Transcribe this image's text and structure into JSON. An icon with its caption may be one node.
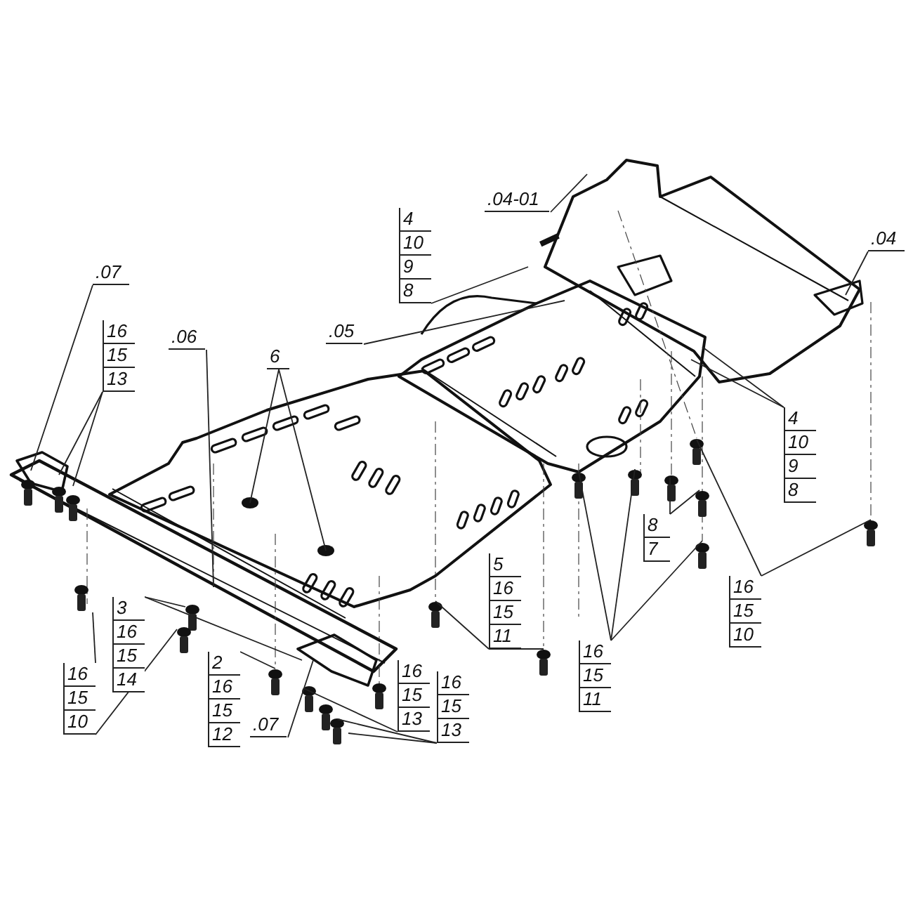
{
  "diagram": {
    "nodes": [
      {
        "text": [
          ".07"
        ]
      },
      {
        "text": [
          "16",
          "15",
          "13"
        ]
      },
      {
        "text": [
          ".06"
        ]
      },
      {
        "text": [
          "6"
        ]
      },
      {
        "text": [
          ".05"
        ]
      },
      {
        "text": [
          "4",
          "10",
          "9",
          "8"
        ]
      },
      {
        "text": [
          ".04-01"
        ]
      },
      {
        "text": [
          ".04"
        ]
      },
      {
        "text": [
          "4",
          "10",
          "9",
          "8"
        ]
      },
      {
        "text": [
          "8",
          "7"
        ]
      },
      {
        "text": [
          "16",
          "15",
          "11"
        ]
      },
      {
        "text": [
          "16",
          "15",
          "10"
        ]
      },
      {
        "text": [
          "5",
          "16",
          "15",
          "11"
        ]
      },
      {
        "text": [
          "3",
          "16",
          "15",
          "14"
        ]
      },
      {
        "text": [
          "16",
          "15",
          "10"
        ]
      },
      {
        "text": [
          "2",
          "16",
          "15",
          "12"
        ]
      },
      {
        "text": [
          ".07"
        ]
      },
      {
        "text": [
          "16",
          "15",
          "13"
        ]
      },
      {
        "text": [
          "16",
          "15",
          "13"
        ]
      }
    ],
    "edges": [
      {
        "from": 0,
        "to": null,
        "arrow": "none"
      },
      {
        "from": 1,
        "to": null,
        "arrow": "none"
      },
      {
        "from": 1,
        "to": null,
        "arrow": "none"
      },
      {
        "from": 2,
        "to": null,
        "arrow": "none"
      },
      {
        "from": 3,
        "to": null,
        "arrow": "none"
      },
      {
        "from": 3,
        "to": null,
        "arrow": "none"
      },
      {
        "from": 4,
        "to": null,
        "arrow": "none"
      },
      {
        "from": 5,
        "to": null,
        "arrow": "none"
      },
      {
        "from": 6,
        "to": null,
        "arrow": "none"
      },
      {
        "from": 7,
        "to": null,
        "arrow": "none"
      },
      {
        "from": 8,
        "to": null,
        "arrow": "none"
      },
      {
        "from": 8,
        "to": null,
        "arrow": "none"
      },
      {
        "from": 9,
        "to": null,
        "arrow": "none"
      },
      {
        "from": 9,
        "to": null,
        "arrow": "none"
      },
      {
        "from": 10,
        "to": null,
        "arrow": "none"
      },
      {
        "from": 10,
        "to": null,
        "arrow": "none"
      },
      {
        "from": 10,
        "to": null,
        "arrow": "none"
      },
      {
        "from": 11,
        "to": null,
        "arrow": "none"
      },
      {
        "from": 11,
        "to": null,
        "arrow": "none"
      },
      {
        "from": 12,
        "to": null,
        "arrow": "none"
      },
      {
        "from": 12,
        "to": null,
        "arrow": "none"
      },
      {
        "from": 13,
        "to": null,
        "arrow": "none"
      },
      {
        "from": 13,
        "to": null,
        "arrow": "none"
      },
      {
        "from": 14,
        "to": null,
        "arrow": "none"
      },
      {
        "from": 14,
        "to": null,
        "arrow": "none"
      },
      {
        "from": 15,
        "to": null,
        "arrow": "none"
      },
      {
        "from": 16,
        "to": null,
        "arrow": "none"
      },
      {
        "from": 17,
        "to": null,
        "arrow": "none"
      },
      {
        "from": 18,
        "to": null,
        "arrow": "none"
      },
      {
        "from": 18,
        "to": null,
        "arrow": "none"
      }
    ]
  }
}
